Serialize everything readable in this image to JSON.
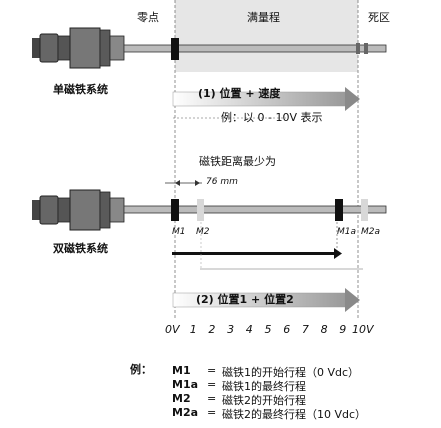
{
  "labels": {
    "zero_point": "零点",
    "full_range": "满量程",
    "dead_zone": "死区",
    "single_system": "单磁铁系统",
    "double_system": "双磁铁系统",
    "arrow1": "(1) 位置 + 速度",
    "arrow1_example": "例：以 0 - 10V 表示",
    "min_distance": "磁铁距离最少为",
    "distance_value": "76 mm",
    "arrow2": "(2) 位置1 + 位置2",
    "m1": "M1",
    "m2": "M2",
    "m1a": "M1a",
    "m2a": "M2a"
  },
  "scale": {
    "ticks": [
      "0V",
      "1",
      "2",
      "3",
      "4",
      "5",
      "6",
      "7",
      "8",
      "9",
      "10V"
    ]
  },
  "legend": {
    "prefix": "例：",
    "rows": [
      {
        "key": "M1",
        "eq": "=",
        "desc": "磁铁1的开始行程（0 Vdc）"
      },
      {
        "key": "M1a",
        "eq": "=",
        "desc": "磁铁1的最终行程"
      },
      {
        "key": "M2",
        "eq": "=",
        "desc": "磁铁2的开始行程"
      },
      {
        "key": "M2a",
        "eq": "=",
        "desc": "磁铁2的最终行程（10 Vdc）"
      }
    ]
  },
  "colors": {
    "full_range_band": "#e6e6e6",
    "arrow_fill": "#cfcfcf",
    "magnet": "#111111",
    "ghost_magnet": "#d8d8d8"
  }
}
